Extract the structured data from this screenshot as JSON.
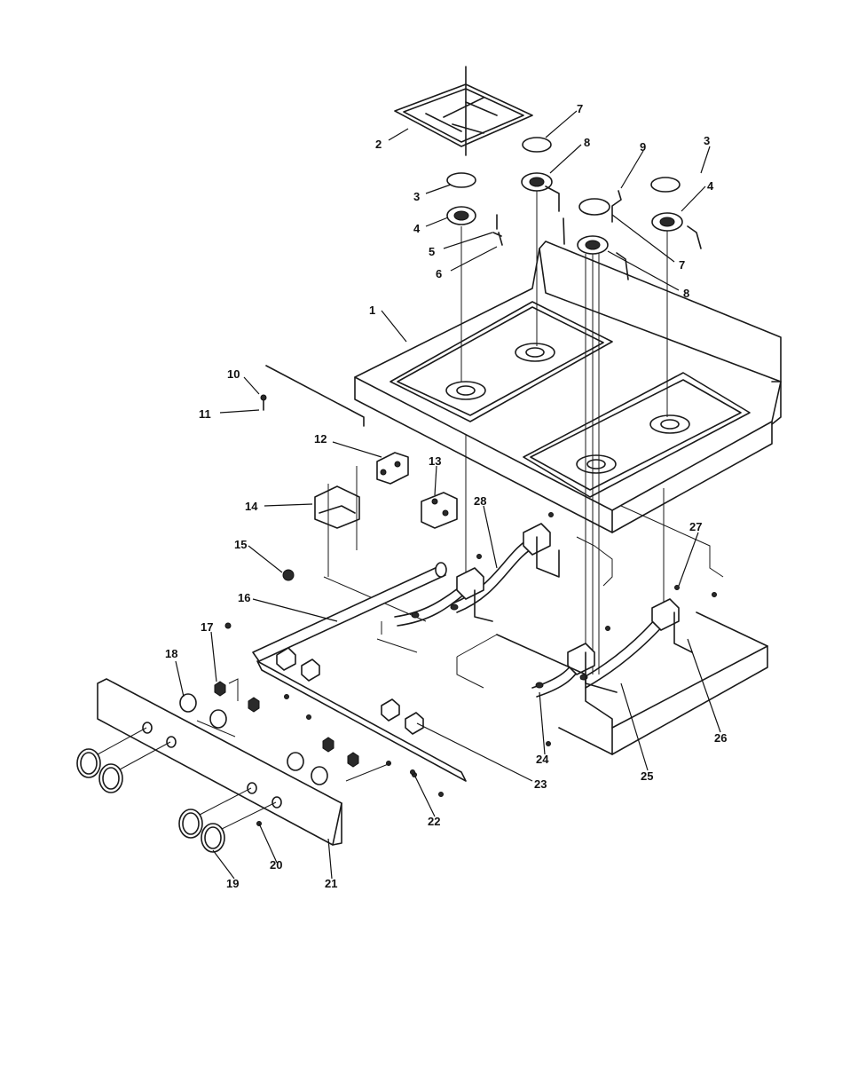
{
  "diagram": {
    "corner_text": "",
    "callouts": [
      "1",
      "2",
      "3",
      "3",
      "4",
      "4",
      "5",
      "6",
      "7",
      "7",
      "8",
      "8",
      "9",
      "10",
      "11",
      "12",
      "13",
      "14",
      "15",
      "16",
      "17",
      "18",
      "19",
      "20",
      "21",
      "22",
      "23",
      "24",
      "25",
      "26",
      "27",
      "28"
    ]
  }
}
